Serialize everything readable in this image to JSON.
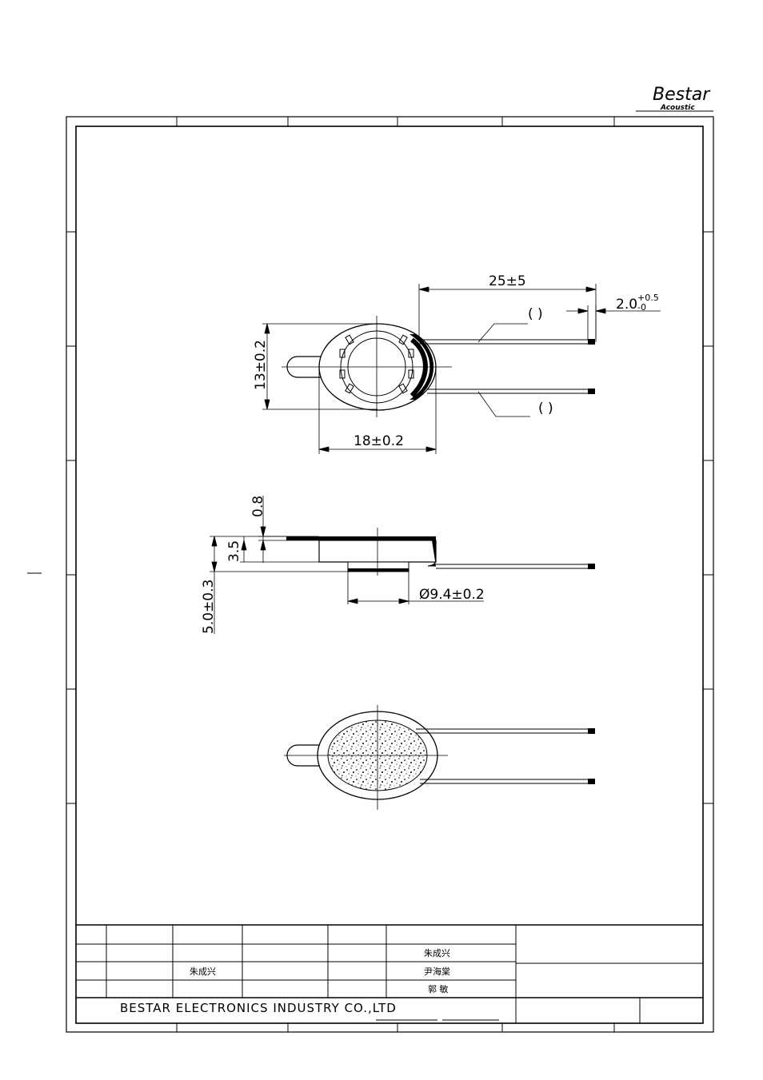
{
  "logo": {
    "brand": "Bestar",
    "sub": "Acoustic"
  },
  "dimensions": {
    "lead_length": "25±5",
    "strip_length_main": "2.0",
    "strip_tol_plus": "+0.5",
    "strip_tol_minus": "-0",
    "height": "13±0.2",
    "width": "18±0.2",
    "thin": "0.8",
    "thickness": "3.5",
    "total_height": "5.0±0.3",
    "diameter": "Ø9.4±0.2"
  },
  "lead_labels": {
    "top": "(   )",
    "bottom": "(   )"
  },
  "title_block": {
    "company": "BESTAR ELECTRONICS INDUSTRY CO.,LTD",
    "drawn_by": "朱成兴",
    "checked_by": "朱成兴",
    "reviewed_by": "尹海棠",
    "approved_by": "郭 敏"
  }
}
